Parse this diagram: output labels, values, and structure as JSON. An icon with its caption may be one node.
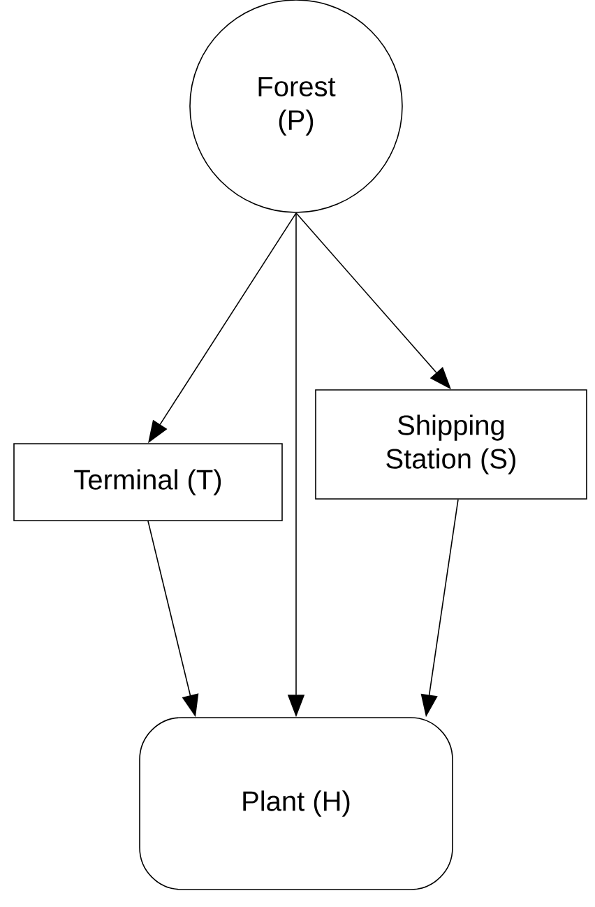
{
  "diagram": {
    "nodes": [
      {
        "text": [
          "Forest (P)"
        ]
      },
      {
        "text": [
          "Terminal (T)"
        ]
      },
      {
        "text": [
          "Shipping Station (S)"
        ]
      },
      {
        "text": [
          "Plant (H)"
        ]
      }
    ],
    "edges": [
      {
        "from": 0,
        "to": 1,
        "arrow": "to"
      },
      {
        "from": 0,
        "to": 3,
        "arrow": "to"
      },
      {
        "from": 0,
        "to": 2,
        "arrow": "to"
      },
      {
        "from": 1,
        "to": 3,
        "arrow": "to"
      },
      {
        "from": 2,
        "to": 3,
        "arrow": "to"
      }
    ]
  }
}
